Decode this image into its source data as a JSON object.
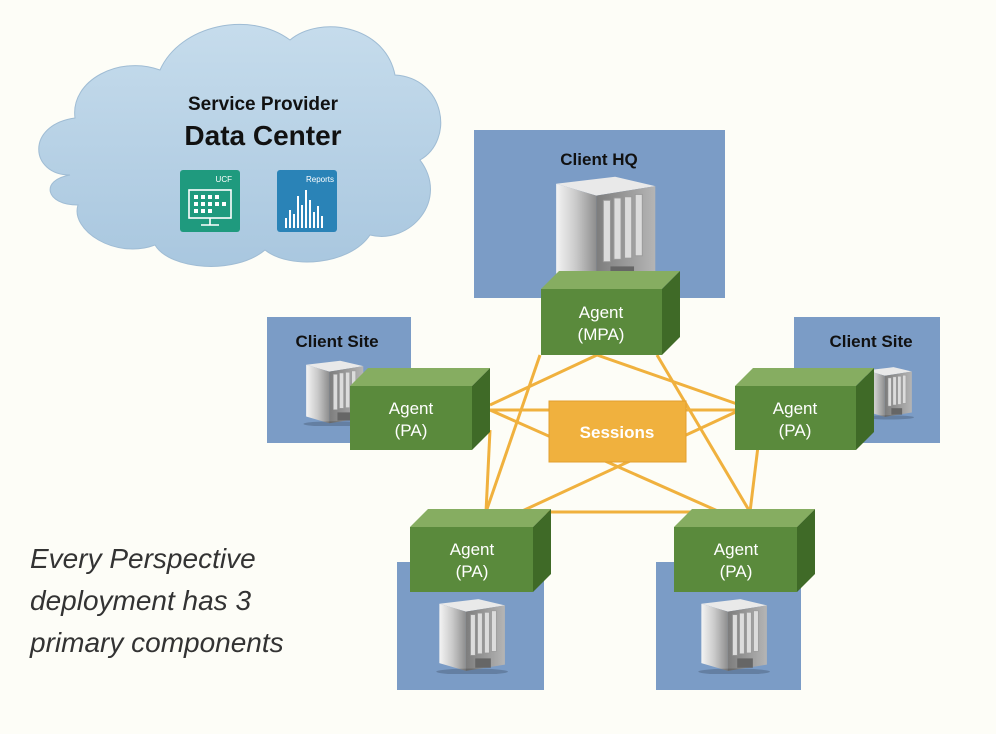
{
  "cloud": {
    "line1": "Service Provider",
    "line2": "Data Center",
    "apps": [
      {
        "label": "UCF",
        "icon": "monitor-grid-icon",
        "color": "#1f9a7e"
      },
      {
        "label": "Reports",
        "icon": "bar-chart-icon",
        "color": "#2a83b7"
      }
    ]
  },
  "hq": {
    "label": "Client HQ"
  },
  "sites": {
    "left": "Client Site",
    "right": "Client Site"
  },
  "agents": {
    "mpa": {
      "name": "Agent",
      "role": "(MPA)"
    },
    "left": {
      "name": "Agent",
      "role": "(PA)"
    },
    "right": {
      "name": "Agent",
      "role": "(PA)"
    },
    "bottom_left": {
      "name": "Agent",
      "role": "(PA)"
    },
    "bottom_right": {
      "name": "Agent",
      "role": "(PA)"
    }
  },
  "sessions": {
    "label": "Sessions"
  },
  "tagline": {
    "lines": [
      "Every Perspective",
      "deployment has 3",
      "primary components"
    ]
  },
  "colors": {
    "site_panel": "#7b9cc6",
    "agent_front": "#5a8a3c",
    "agent_top": "#86ad61",
    "agent_side": "#3f6a27",
    "sessions": "#f0b13e",
    "cloud": "#b8d2e6"
  }
}
